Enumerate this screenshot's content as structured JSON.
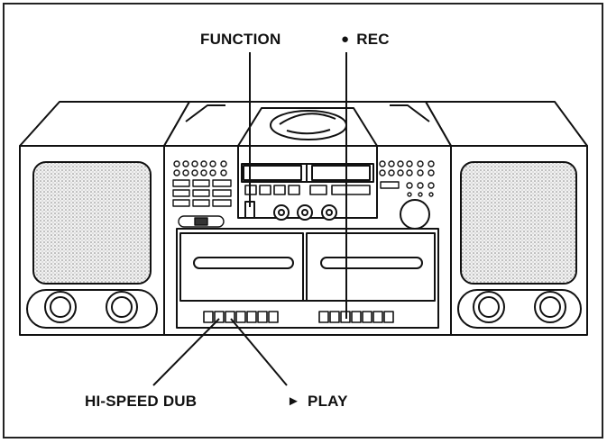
{
  "labels": {
    "function": "FUNCTION",
    "rec": "REC",
    "rec_symbol": "●",
    "hi_speed_dub": "HI-SPEED DUB",
    "play": "PLAY",
    "play_symbol": "►"
  },
  "colors": {
    "line": "#111111",
    "background": "#ffffff",
    "speaker_grille": "#e6e6e6"
  },
  "icons": {
    "rec": "record-dot-icon",
    "play": "play-triangle-icon"
  }
}
